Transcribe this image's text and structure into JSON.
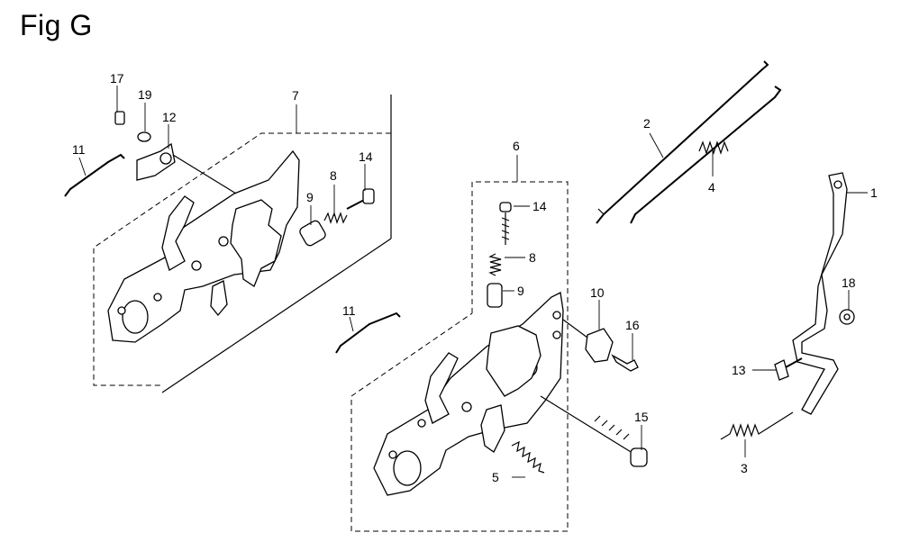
{
  "figure": {
    "title": "Fig G"
  },
  "callouts": [
    {
      "id": "c1",
      "label": "1"
    },
    {
      "id": "c2",
      "label": "2"
    },
    {
      "id": "c3",
      "label": "3"
    },
    {
      "id": "c4",
      "label": "4"
    },
    {
      "id": "c5",
      "label": "5"
    },
    {
      "id": "c6",
      "label": "6"
    },
    {
      "id": "c7",
      "label": "7"
    },
    {
      "id": "c8a",
      "label": "8"
    },
    {
      "id": "c8b",
      "label": "8"
    },
    {
      "id": "c9a",
      "label": "9"
    },
    {
      "id": "c9b",
      "label": "9"
    },
    {
      "id": "c10",
      "label": "10"
    },
    {
      "id": "c11a",
      "label": "11"
    },
    {
      "id": "c11b",
      "label": "11"
    },
    {
      "id": "c12",
      "label": "12"
    },
    {
      "id": "c13",
      "label": "13"
    },
    {
      "id": "c14a",
      "label": "14"
    },
    {
      "id": "c14b",
      "label": "14"
    },
    {
      "id": "c15",
      "label": "15"
    },
    {
      "id": "c16",
      "label": "16"
    },
    {
      "id": "c17",
      "label": "17"
    },
    {
      "id": "c18",
      "label": "18"
    },
    {
      "id": "c19",
      "label": "19"
    }
  ]
}
